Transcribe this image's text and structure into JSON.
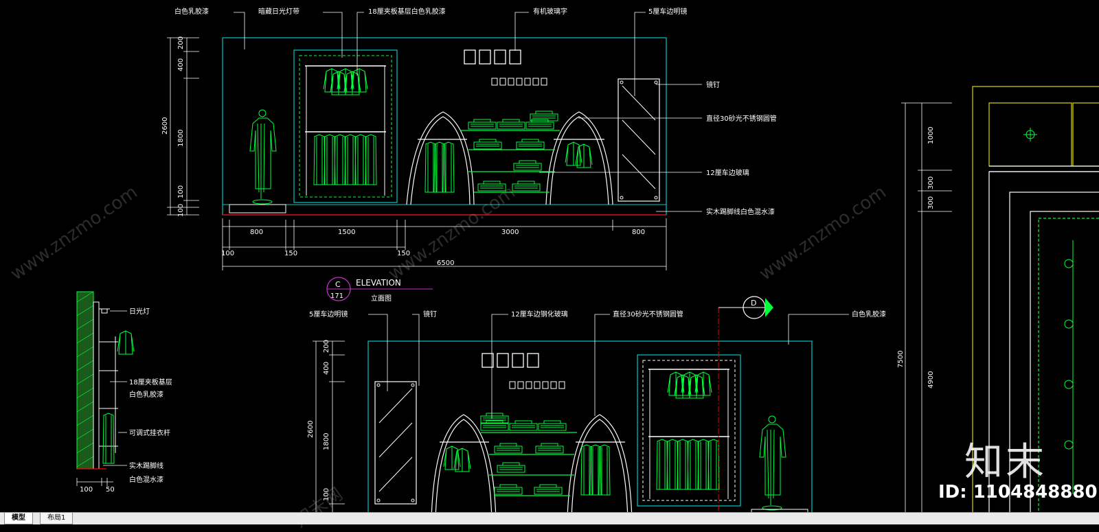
{
  "colors": {
    "background": "#000000",
    "frame": "#00c8c8",
    "fixture": "#00ff3c",
    "text": "#ffffff",
    "ground": "#ff0000",
    "tag": "#c832c8",
    "yellow": "#d8d800"
  },
  "elevation_top": {
    "labels": {
      "white_latex": "白色乳胶漆",
      "hidden_light": "暗藏日光灯带",
      "board_white": "18厘夹板基层白色乳胶漆",
      "acrylic_glass": "有机玻璃字",
      "mirror": "5厘车边明镜",
      "mirror_nail": "镜钉",
      "steel_pipe": "直径30砂光不锈钢圆管",
      "edge_glass": "12厘车边玻璃",
      "skirting": "实木踢脚线白色混水漆"
    },
    "v_dims": [
      "200",
      "400",
      "2600",
      "1800",
      "100",
      "100"
    ],
    "h_dims_top": [
      "800",
      "1500",
      "3000",
      "800"
    ],
    "h_dims_bottom": [
      "100",
      "150",
      "150"
    ],
    "total": "6500"
  },
  "tag": {
    "letter": "C",
    "number": "171",
    "title": "ELEVATION",
    "subtitle": "立面图"
  },
  "section_side": {
    "labels": {
      "fluorescent": "日光灯",
      "board_line1": "18厘夹板基层",
      "board_line2": "白色乳胶漆",
      "adjustable_rod": "可调式挂衣杆",
      "skirting_line1": "实木踢脚线",
      "skirting_line2": "白色混水漆"
    },
    "dims": [
      "100",
      "50"
    ]
  },
  "elevation_bottom": {
    "labels": {
      "mirror": "5厘车边明镜",
      "mirror_nail": "镜钉",
      "tempered_glass": "12厘车边钢化玻璃",
      "steel_pipe": "直径30砂光不锈钢圆管",
      "white_latex": "白色乳胶漆"
    },
    "v_dims": [
      "200",
      "400",
      "2600",
      "1800",
      "100"
    ],
    "section_marker": "D"
  },
  "right_elevation": {
    "v_dims": [
      "1000",
      "300",
      "300",
      "7500",
      "4900"
    ]
  },
  "tabs": {
    "model": "模型",
    "layout1": "布局1"
  },
  "watermark": {
    "logo": "知末",
    "id": "ID: 1104848880",
    "site": "www.znzmo.com",
    "brand": "知末网"
  }
}
